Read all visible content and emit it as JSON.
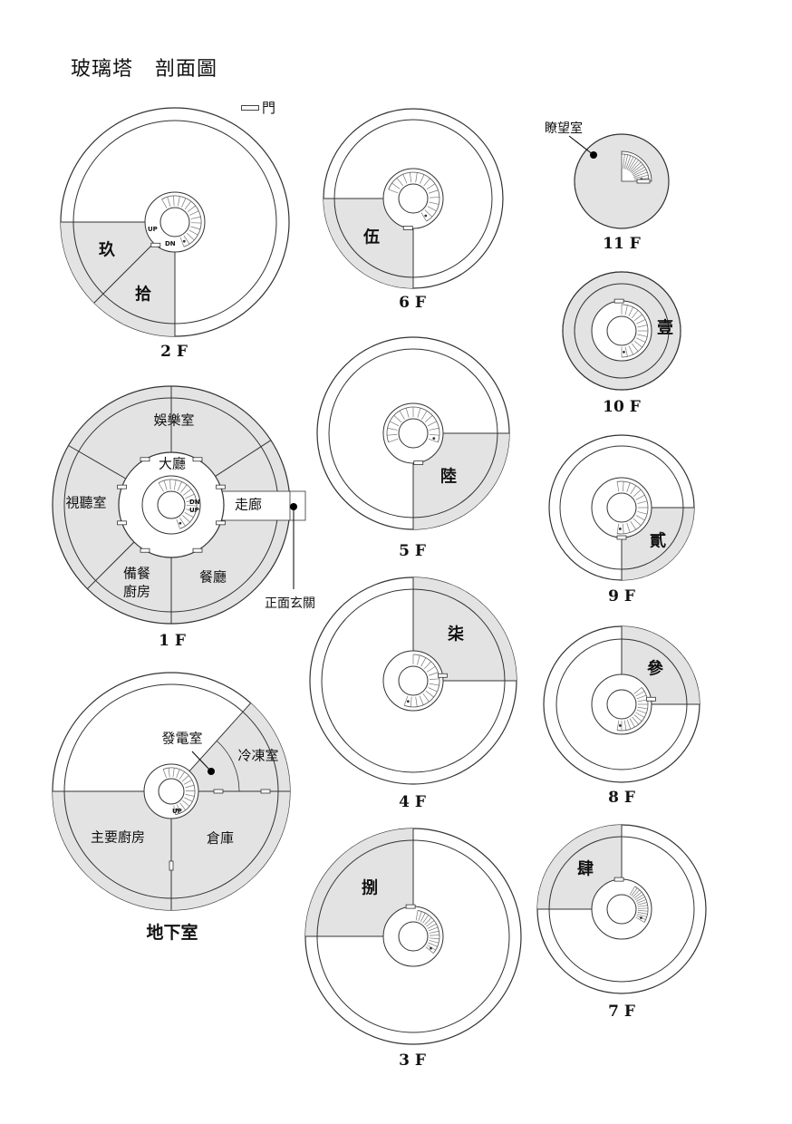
{
  "title": {
    "main": "玻璃塔",
    "sub": "剖面圖"
  },
  "legend": {
    "door_label": "門"
  },
  "floors": {
    "f2": {
      "label": "2 F",
      "rooms": {
        "a": "玖",
        "b": "拾"
      }
    },
    "f1": {
      "label": "1 F",
      "rooms": {
        "yule": "娛樂室",
        "dating": "大廳",
        "shiting": "視聽室",
        "zoulang": "走廊",
        "beican": "備餐\n廚房",
        "canting": "餐廳"
      },
      "entrance": "正面玄關"
    },
    "b1": {
      "label": "地下室",
      "rooms": {
        "fadian": "發電室",
        "lengdong": "冷凍室",
        "chufang": "主要廚房",
        "cangku": "倉庫"
      }
    },
    "f6": {
      "label": "6 F",
      "rooms": {
        "a": "伍"
      }
    },
    "f5": {
      "label": "5 F",
      "rooms": {
        "a": "陸"
      }
    },
    "f4": {
      "label": "4 F",
      "rooms": {
        "a": "柒"
      }
    },
    "f3": {
      "label": "3 F",
      "rooms": {
        "a": "捌"
      }
    },
    "f11": {
      "label": "11 F",
      "callout": "瞭望室"
    },
    "f10": {
      "label": "10 F",
      "rooms": {
        "a": "壹"
      }
    },
    "f9": {
      "label": "9 F",
      "rooms": {
        "a": "貳"
      }
    },
    "f8": {
      "label": "8 F",
      "rooms": {
        "a": "參"
      }
    },
    "f7": {
      "label": "7 F",
      "rooms": {
        "a": "肆"
      }
    }
  },
  "stairs": {
    "up": "UP",
    "dn": "DN"
  },
  "colors": {
    "shade": "#e3e3e3",
    "line": "#333333",
    "background": "#ffffff"
  }
}
